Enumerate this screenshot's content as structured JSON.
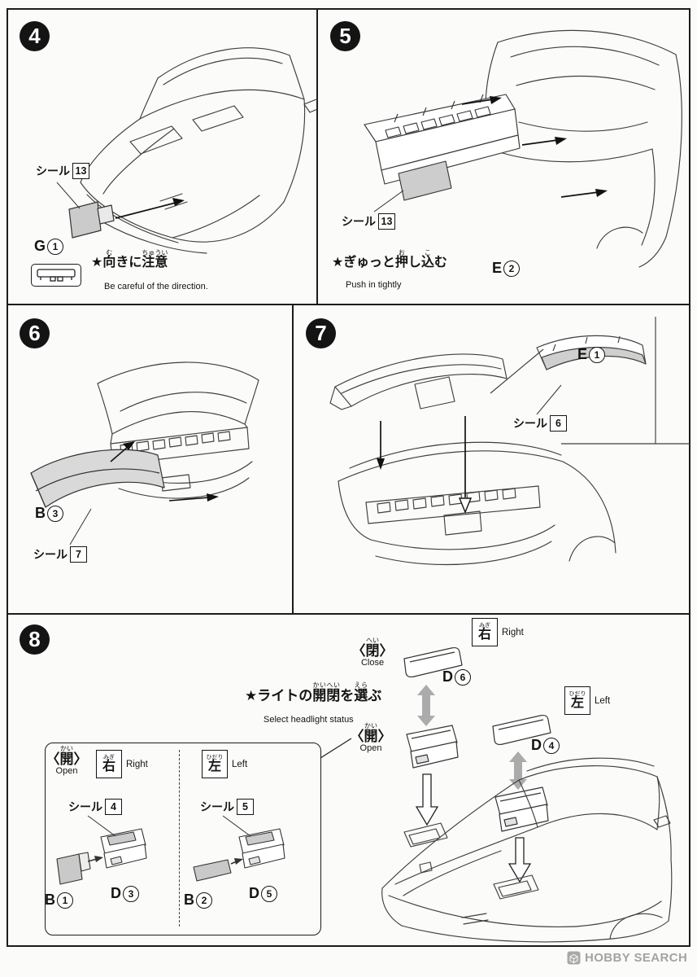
{
  "colors": {
    "frame": "#1c1c1c",
    "part_gray": "#cccccc",
    "arrow_gray": "#ababab",
    "watermark_gray": "#a3a3a3"
  },
  "watermark": {
    "text": "HOBBY SEARCH"
  },
  "step4": {
    "number": "4",
    "seal_label": "シール",
    "seal_num": "13",
    "part_letter": "G",
    "part_num": "1",
    "note": {
      "star": "★",
      "b1": "向",
      "r1": "む",
      "b2": "きに",
      "b3": "注意",
      "r3": "ちゅうい"
    },
    "note_en": "Be careful of the direction."
  },
  "step5": {
    "number": "5",
    "seal_label": "シール",
    "seal_num": "13",
    "note": {
      "star": "★",
      "b1": "ぎゅっと",
      "b2": "押",
      "r2": "お",
      "b3": "し",
      "b4": "込",
      "r4": "こ",
      "b5": "む"
    },
    "note_en": "Push in tightly",
    "part_letter": "E",
    "part_num": "2"
  },
  "step6": {
    "number": "6",
    "part_letter": "B",
    "part_num": "3",
    "seal_label": "シール",
    "seal_num": "7"
  },
  "step7": {
    "number": "7",
    "part_letter": "E",
    "part_num": "1",
    "seal_label": "シール",
    "seal_num": "6"
  },
  "step8": {
    "number": "8",
    "note": {
      "star": "★",
      "b1": "ライトの",
      "b2": "開閉",
      "r2": "かいへい",
      "b3": "を",
      "b4": "選",
      "r4": "えら",
      "b5": "ぶ"
    },
    "note_en": "Select headlight status",
    "close": {
      "ruby": "へい",
      "base": "〈閉〉",
      "en": "Close"
    },
    "open": {
      "ruby": "かい",
      "base": "〈開〉",
      "en": "Open"
    },
    "right": {
      "ruby": "みぎ",
      "kanji": "右",
      "en": "Right"
    },
    "left": {
      "ruby": "ひだり",
      "kanji": "左",
      "en": "Left"
    },
    "d6_letter": "D",
    "d6_num": "6",
    "d4_letter": "D",
    "d4_num": "4",
    "inset": {
      "open": {
        "ruby": "かい",
        "base": "〈開〉",
        "en": "Open"
      },
      "right": {
        "ruby": "みぎ",
        "kanji": "右",
        "en": "Right"
      },
      "left": {
        "ruby": "ひだり",
        "kanji": "左",
        "en": "Left"
      },
      "seal4_label": "シール",
      "seal4_num": "4",
      "seal5_label": "シール",
      "seal5_num": "5",
      "b1_letter": "B",
      "b1_num": "1",
      "d3_letter": "D",
      "d3_num": "3",
      "b2_letter": "B",
      "b2_num": "2",
      "d5_letter": "D",
      "d5_num": "5"
    }
  }
}
